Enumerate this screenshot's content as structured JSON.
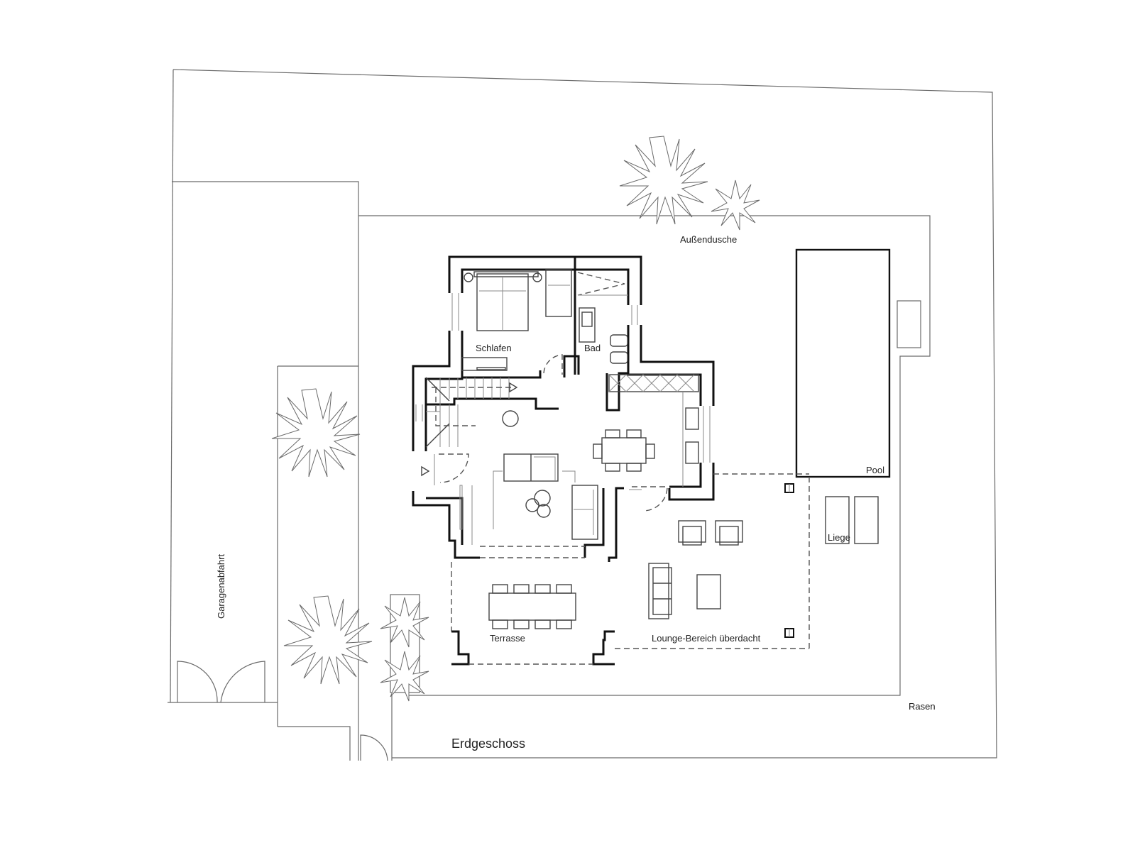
{
  "drawing": {
    "title": "Erdgeschoss",
    "type": "floor-plan",
    "colors": {
      "line": "#111111",
      "thin_line": "#6a6a6a",
      "background": "#ffffff"
    }
  },
  "labels": {
    "schlafen": "Schlafen",
    "bad": "Bad",
    "aussendusche": "Außendusche",
    "pool": "Pool",
    "liege": "Liege",
    "terrasse": "Terrasse",
    "lounge": "Lounge-Bereich überdacht",
    "garagenabfahrt": "Garagenabfahrt",
    "rasen": "Rasen",
    "title": "Erdgeschoss"
  },
  "rooms": [
    {
      "id": "schlafen",
      "label": "Schlafen"
    },
    {
      "id": "bad",
      "label": "Bad"
    },
    {
      "id": "wohnen",
      "label": ""
    }
  ],
  "outdoor_areas": [
    {
      "id": "terrasse",
      "label": "Terrasse"
    },
    {
      "id": "lounge",
      "label": "Lounge-Bereich überdacht"
    },
    {
      "id": "pool",
      "label": "Pool"
    },
    {
      "id": "liege",
      "label": "Liege"
    },
    {
      "id": "aussendusche",
      "label": "Außendusche"
    },
    {
      "id": "garagenabfahrt",
      "label": "Garagenabfahrt"
    },
    {
      "id": "rasen",
      "label": "Rasen"
    }
  ]
}
